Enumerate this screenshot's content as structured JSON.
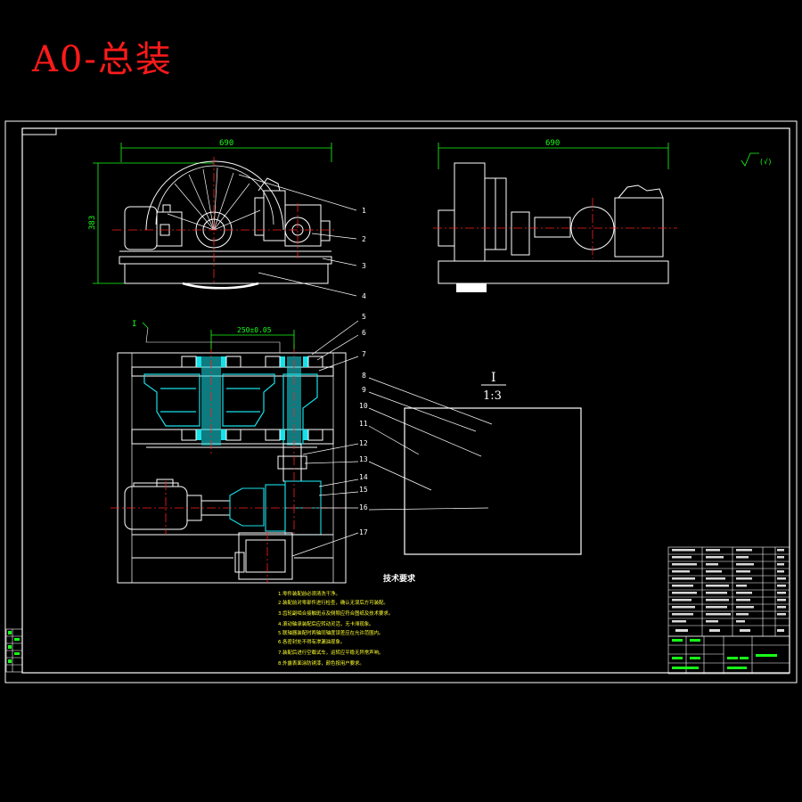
{
  "title": "A0-总装",
  "dims": {
    "front_width": "690",
    "front_height": "383",
    "side_width": "690",
    "plan_spacing": "250±0.05"
  },
  "roughness": "(√)",
  "detail": {
    "label": "I",
    "scale": "1:3",
    "leader": "I"
  },
  "part_numbers": [
    "1",
    "2",
    "3",
    "4",
    "5",
    "6",
    "7",
    "8",
    "9",
    "10",
    "11",
    "12",
    "13",
    "14",
    "15",
    "16",
    "17"
  ],
  "tech_requirements": {
    "heading": "技术要求",
    "lines": [
      "1.零件装配前必须清洗干净。",
      "2.装配前对零部件进行检查，确认无误后方可装配。",
      "3.齿轮副啮合接触斑点及侧隙应符合图纸及技术要求。",
      "4.滚动轴承装配后应转动灵活，无卡滞现象。",
      "5.联轴器装配时两轴同轴度误差应在允许范围内。",
      "6.各密封处不得有渗漏油现象。",
      "7.装配后进行空载试车，运转应平稳无异常声响。",
      "8.外露表面涂防锈漆，颜色按用户要求。"
    ]
  },
  "colors": {
    "outline": "#ffffff",
    "dimension": "#18ff18",
    "center": "#ff2020",
    "section": "#18e0e8",
    "title_text": "#ff1a1a"
  }
}
